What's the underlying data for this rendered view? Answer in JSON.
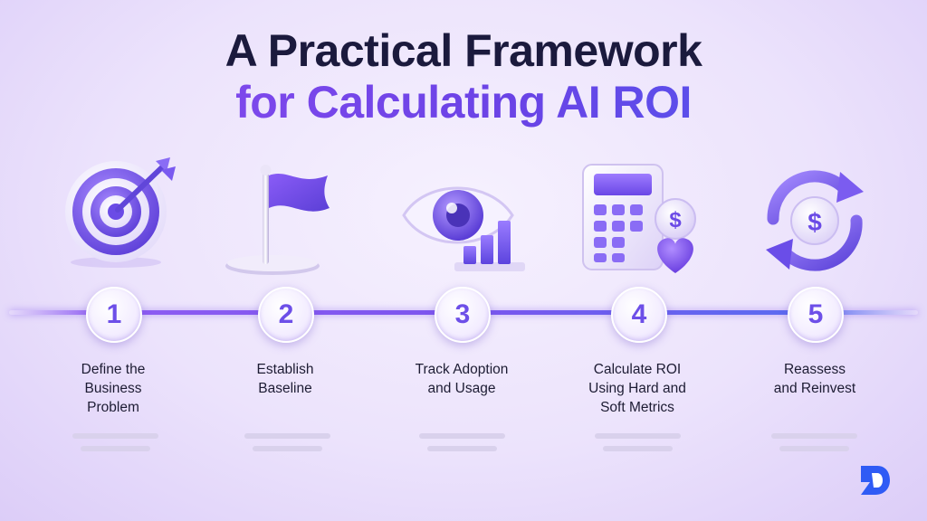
{
  "title": {
    "line1": "A Practical Framework",
    "line2": "for Calculating AI ROI"
  },
  "steps": [
    {
      "number": "1",
      "label": "Define the\nBusiness\nProblem",
      "icon": "target-arrow-icon"
    },
    {
      "number": "2",
      "label": "Establish\nBaseline",
      "icon": "flag-icon"
    },
    {
      "number": "3",
      "label": "Track Adoption\nand Usage",
      "icon": "eye-chart-icon"
    },
    {
      "number": "4",
      "label": "Calculate ROI\nUsing Hard and\nSoft Metrics",
      "icon": "calculator-dollar-heart-icon"
    },
    {
      "number": "5",
      "label": "Reassess\nand Reinvest",
      "icon": "refresh-dollar-icon"
    }
  ],
  "colors": {
    "title_dark": "#1b1a3d",
    "accent_purple": "#7b55ee",
    "accent_blue": "#4a5cf0",
    "logo_blue": "#2f5bf5"
  },
  "logo": {
    "icon": "brand-logo-icon"
  }
}
